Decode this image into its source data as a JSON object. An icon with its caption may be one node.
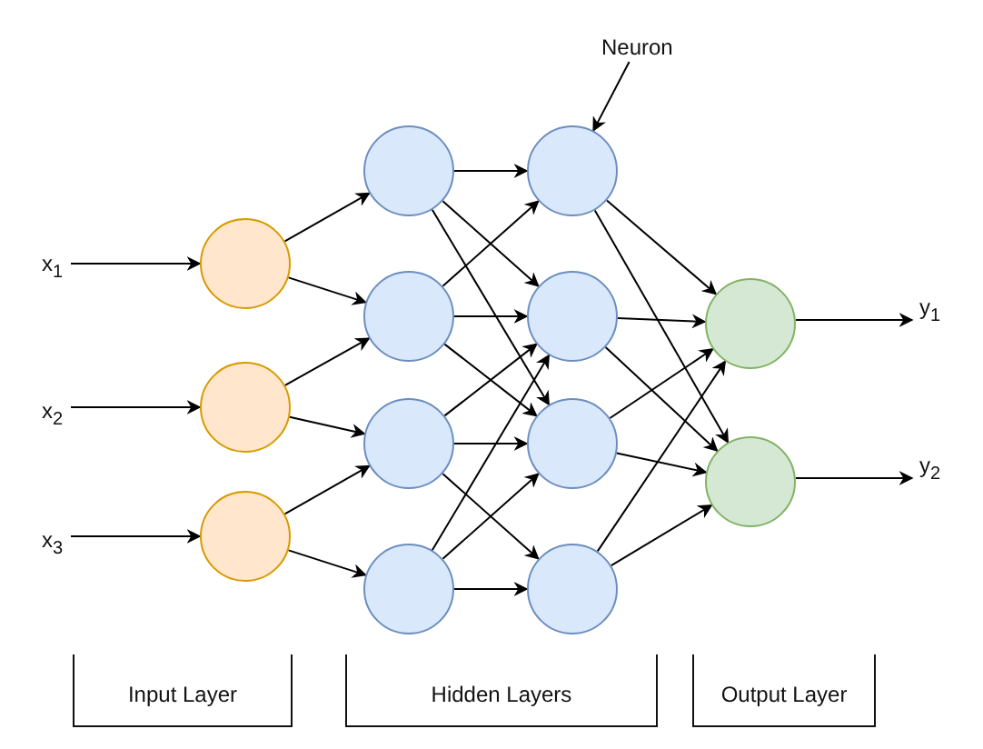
{
  "diagram": {
    "nodes": [
      {
        "text": [
          "Neuron"
        ]
      },
      {
        "text": [
          "x$_{1}$"
        ]
      },
      {
        "text": [
          "x$_{2}$"
        ]
      },
      {
        "text": [
          "x$_{3}$"
        ]
      },
      {
        "text": [],
        "shape": "circle"
      },
      {
        "text": [],
        "shape": "circle"
      },
      {
        "text": [],
        "shape": "circle"
      },
      {
        "text": [],
        "shape": "circle"
      },
      {
        "text": [],
        "shape": "circle"
      },
      {
        "text": [],
        "shape": "circle"
      },
      {
        "text": [],
        "shape": "circle"
      },
      {
        "text": [],
        "shape": "circle"
      },
      {
        "text": [],
        "shape": "circle"
      },
      {
        "text": [],
        "shape": "circle"
      },
      {
        "text": [],
        "shape": "circle"
      },
      {
        "text": [],
        "shape": "circle"
      },
      {
        "text": [],
        "shape": "circle"
      },
      {
        "text": [
          "y$_{1}$"
        ]
      },
      {
        "text": [
          "y$_{2}$"
        ]
      },
      {
        "text": [
          "Input Layer"
        ]
      },
      {
        "text": [
          "Hidden Layers"
        ]
      },
      {
        "text": [
          "Output Layer"
        ]
      }
    ],
    "edges": [
      {
        "from": 0,
        "to": 11,
        "arrow": "to"
      },
      {
        "from": 1,
        "to": 4,
        "arrow": "to"
      },
      {
        "from": 2,
        "to": 5,
        "arrow": "to"
      },
      {
        "from": 3,
        "to": 6,
        "arrow": "to"
      },
      {
        "from": 4,
        "to": 7,
        "arrow": "to"
      },
      {
        "from": 4,
        "to": 8,
        "arrow": "to"
      },
      {
        "from": 5,
        "to": 8,
        "arrow": "to"
      },
      {
        "from": 5,
        "to": 9,
        "arrow": "to"
      },
      {
        "from": 6,
        "to": 9,
        "arrow": "to"
      },
      {
        "from": 6,
        "to": 10,
        "arrow": "to"
      },
      {
        "from": 7,
        "to": 11,
        "arrow": "to"
      },
      {
        "from": 7,
        "to": 12,
        "arrow": "to"
      },
      {
        "from": 7,
        "to": 13,
        "arrow": "to"
      },
      {
        "from": 8,
        "to": 11,
        "arrow": "to"
      },
      {
        "from": 8,
        "to": 12,
        "arrow": "to"
      },
      {
        "from": 8,
        "to": 13,
        "arrow": "to"
      },
      {
        "from": 9,
        "to": 12,
        "arrow": "to"
      },
      {
        "from": 9,
        "to": 13,
        "arrow": "to"
      },
      {
        "from": 9,
        "to": 14,
        "arrow": "to"
      },
      {
        "from": 10,
        "to": 12,
        "arrow": "to"
      },
      {
        "from": 10,
        "to": 13,
        "arrow": "to"
      },
      {
        "from": 10,
        "to": 14,
        "arrow": "to"
      },
      {
        "from": 11,
        "to": 15,
        "arrow": "to"
      },
      {
        "from": 11,
        "to": 16,
        "arrow": "to"
      },
      {
        "from": 12,
        "to": 15,
        "arrow": "to"
      },
      {
        "from": 12,
        "to": 16,
        "arrow": "to"
      },
      {
        "from": 13,
        "to": 15,
        "arrow": "to"
      },
      {
        "from": 13,
        "to": 16,
        "arrow": "to"
      },
      {
        "from": 14,
        "to": 15,
        "arrow": "to"
      },
      {
        "from": 14,
        "to": 16,
        "arrow": "to"
      },
      {
        "from": 15,
        "to": 17,
        "arrow": "to"
      },
      {
        "from": 16,
        "to": 18,
        "arrow": "to"
      }
    ]
  }
}
